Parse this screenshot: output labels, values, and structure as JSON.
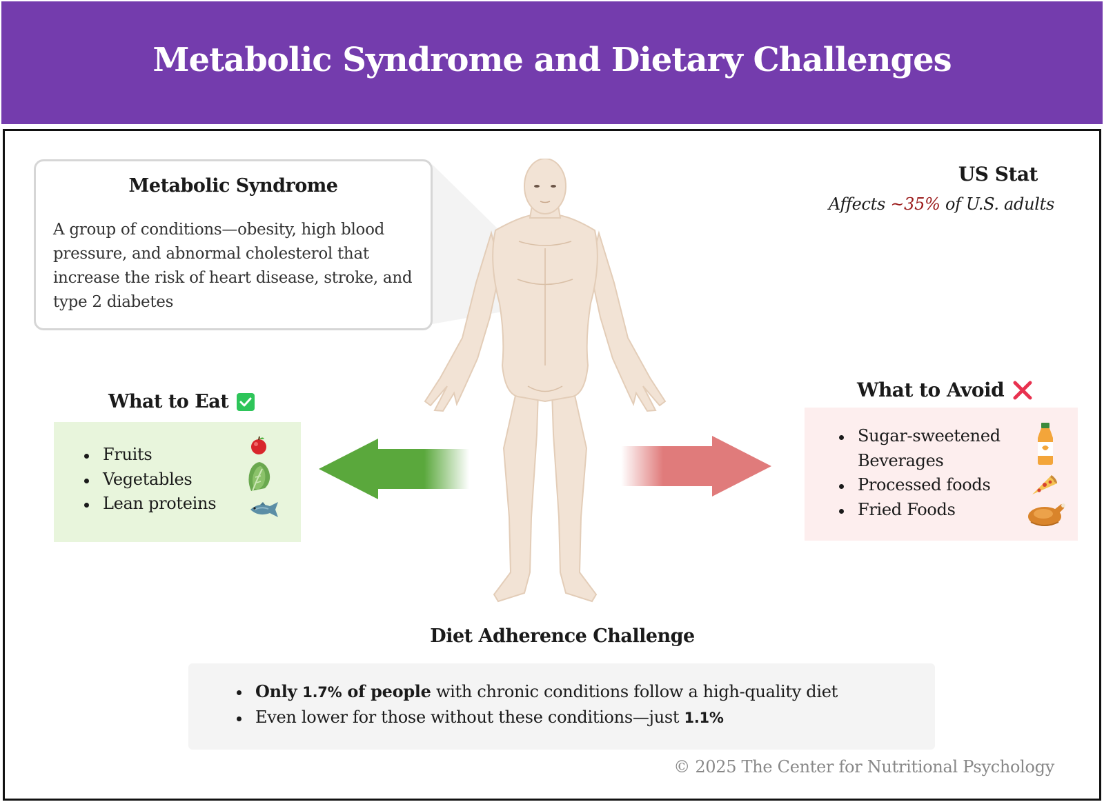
{
  "header": {
    "title": "Metabolic Syndrome and Dietary Challenges",
    "bg_color": "#743cad"
  },
  "definition": {
    "title": "Metabolic Syndrome",
    "text": "A group of conditions—obesity, high blood pressure, and abnormal cholesterol that increase the risk of heart disease, stroke, and type 2 diabetes"
  },
  "us_stat": {
    "title": "US Stat",
    "prefix": "Affects ",
    "highlight": "~35%",
    "suffix": " of U.S. adults",
    "highlight_color": "#9b1b1b"
  },
  "eat": {
    "title": "What to Eat",
    "icon": "check-mark-icon",
    "items": [
      {
        "label": "Fruits",
        "icon": "apple-icon"
      },
      {
        "label": "Vegetables",
        "icon": "lettuce-icon"
      },
      {
        "label": "Lean proteins",
        "icon": "fish-icon"
      }
    ],
    "bg_color": "#e8f5dc"
  },
  "avoid": {
    "title": "What to Avoid",
    "icon": "cross-mark-icon",
    "items": [
      {
        "label": "Sugar-sweetened Beverages",
        "icon": "juice-bottle-icon"
      },
      {
        "label": "Processed foods",
        "icon": "pizza-icon"
      },
      {
        "label": "Fried Foods",
        "icon": "roast-chicken-icon"
      }
    ],
    "bg_color": "#fdeeee"
  },
  "figure": {
    "icon": "human-body-figure"
  },
  "adherence": {
    "title": "Diet Adherence Challenge",
    "line1": {
      "bold_lead": "Only ",
      "pct": "1.7%",
      "bold_tail": " of people",
      "rest": " with chronic conditions follow a high-quality diet"
    },
    "line2": {
      "lead": "Even lower for those without these conditions—just ",
      "pct": "1.1%"
    }
  },
  "footer": {
    "copyright": "© 2025 The Center for Nutritional Psychology"
  }
}
